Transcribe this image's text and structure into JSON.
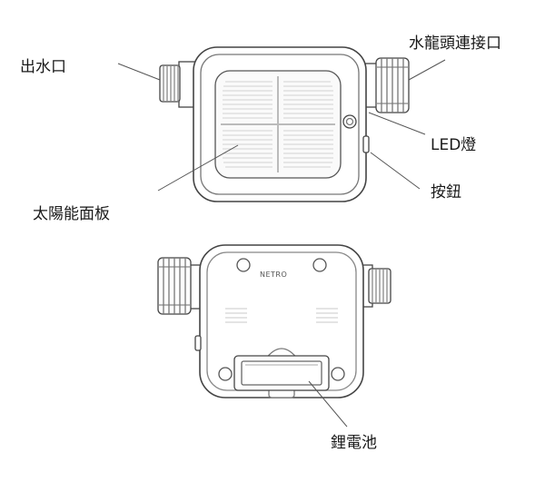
{
  "labels": {
    "outlet": "出水口",
    "faucet_connector": "水龍頭連接口",
    "led_light": "LED燈",
    "button": "按鈕",
    "solar_panel": "太陽能面板",
    "lithium_battery": "鋰電池"
  },
  "brand": "NETRO",
  "colors": {
    "outline": "#444444",
    "light_outline": "#888888",
    "leader": "#333333",
    "panel_line": "#cfcfcf"
  }
}
